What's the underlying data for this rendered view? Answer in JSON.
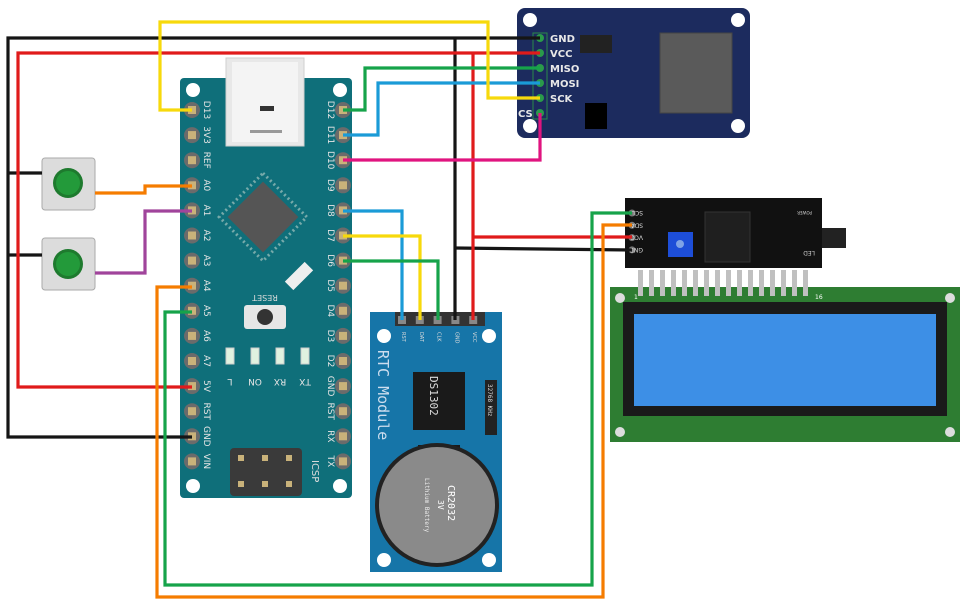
{
  "colors": {
    "black": "#151515",
    "red": "#e01b1b",
    "green": "#16a34a",
    "blue": "#1a9bd7",
    "yellow": "#f7d90c",
    "magenta": "#e0147f",
    "orange": "#f57c00",
    "purple": "#a0449b",
    "arduino": "#0f6f7a",
    "sd": "#1c2b5e",
    "rtc": "#1675a8",
    "lcd_pcb": "#2e7d32",
    "lcd_screen": "#3d8fe6",
    "backpack": "#111111"
  },
  "arduino": {
    "left_pins": [
      "D13",
      "3V3",
      "REF",
      "A0",
      "A1",
      "A2",
      "A3",
      "A4",
      "A5",
      "A6",
      "A7",
      "5V",
      "RST",
      "GND",
      "VIN"
    ],
    "right_pins": [
      "D12",
      "D11",
      "D10",
      "D9",
      "D8",
      "D7",
      "D6",
      "D5",
      "D4",
      "D3",
      "D2",
      "GND",
      "RST",
      "RX",
      "TX"
    ],
    "reset_label": "RESET",
    "leds": [
      "L",
      "ON",
      "RX",
      "TX"
    ],
    "icsp_label": "ICSP"
  },
  "sd_module": {
    "pins": [
      "GND",
      "VCC",
      "MISO",
      "MOSI",
      "SCK",
      "CS"
    ]
  },
  "rtc_module": {
    "title": "RTC Module",
    "pins": [
      "RST",
      "DAT",
      "CLK",
      "GND",
      "VCC"
    ],
    "chip": "DS1302",
    "crystal": "32768 KHz",
    "battery": "CR2032",
    "battery_voltage": "3V",
    "battery_type": "Lithium Battery"
  },
  "i2c_backpack": {
    "pins": [
      "SCL",
      "SDA",
      "VCC",
      "GND"
    ],
    "led_label": "LED",
    "power_label": "POWER"
  },
  "lcd": {
    "pin_first": "1",
    "pin_last": "16"
  }
}
